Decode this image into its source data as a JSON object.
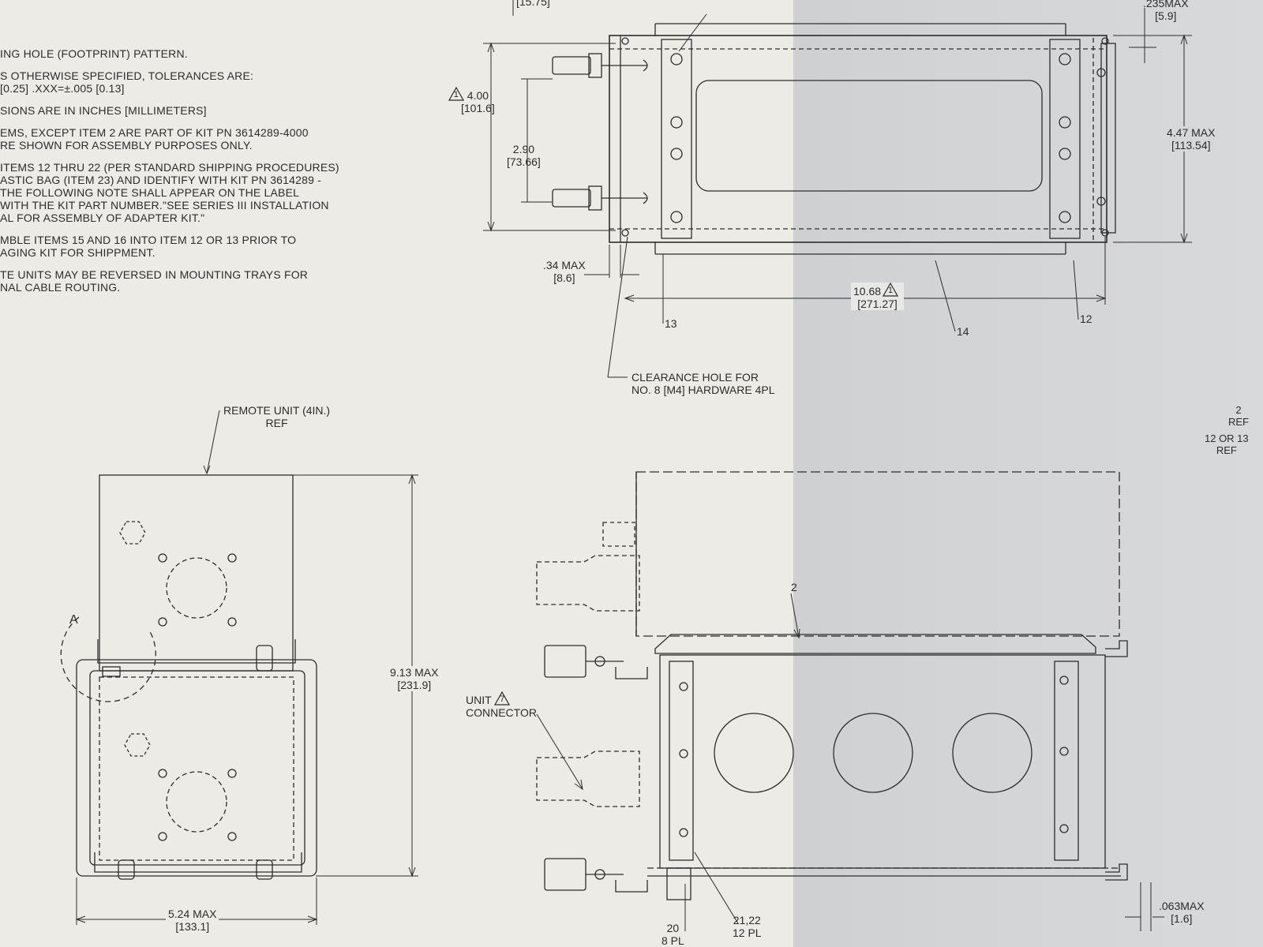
{
  "notes": [
    {
      "lines": [
        "ING HOLE (FOOTPRINT) PATTERN."
      ]
    },
    {
      "lines": [
        "S OTHERWISE SPECIFIED, TOLERANCES ARE:",
        "[0.25]  .XXX=±.005 [0.13]"
      ]
    },
    {
      "lines": [
        "SIONS ARE IN INCHES [MILLIMETERS]"
      ]
    },
    {
      "lines": [
        "EMS, EXCEPT ITEM 2  ARE PART OF KIT PN 3614289-4000",
        "RE SHOWN FOR ASSEMBLY PURPOSES ONLY."
      ]
    },
    {
      "lines": [
        "ITEMS 12 THRU 22 (PER STANDARD SHIPPING PROCEDURES)",
        "ASTIC BAG (ITEM 23) AND IDENTIFY WITH KIT PN 3614289 -",
        "THE FOLLOWING NOTE SHALL APPEAR ON THE LABEL",
        "WITH THE KIT PART NUMBER.\"SEE SERIES III INSTALLATION",
        "AL FOR ASSEMBLY OF ADAPTER KIT.\""
      ]
    },
    {
      "lines": [
        "MBLE ITEMS 15 AND 16 INTO ITEM 12 OR 13 PRIOR TO",
        "AGING KIT FOR SHIPPMENT."
      ]
    },
    {
      "lines": [
        "TE UNITS MAY BE REVERSED IN MOUNTING TRAYS FOR",
        "NAL CABLE ROUTING."
      ]
    }
  ],
  "top_view": {
    "dim_top_partial": "[15.75]",
    "dim_height": "4.00",
    "dim_height_mm": "[101.6]",
    "dim_height_flag": "1",
    "dim_spacing": "2.90",
    "dim_spacing_mm": "[73.66]",
    "dim_offset": ".34 MAX",
    "dim_offset_mm": "[8.6]",
    "dim_length": "10.68",
    "dim_length_mm": "[271.27]",
    "dim_length_flag": "1",
    "dim_overall": "4.47 MAX",
    "dim_overall_mm": "[113.54]",
    "dim_flange": ".235MAX",
    "dim_flange_mm": "[5.9]",
    "item_13": "13",
    "item_14": "14",
    "item_12": "12",
    "clearance_line1": "CLEARANCE HOLE FOR",
    "clearance_line2": "NO. 8 [M4] HARDWARE 4PL"
  },
  "end_view": {
    "remote_unit": "REMOTE UNIT (4IN.)",
    "remote_ref": "REF",
    "detail_callout": "A",
    "dim_height": "9.13 MAX",
    "dim_height_mm": "[231.9]",
    "dim_width": "5.24 MAX",
    "dim_width_mm": "[133.1]"
  },
  "side_view": {
    "item_2": "2",
    "unit_label": "UNIT",
    "unit_flag": "7",
    "connector_label": "CONNECTOR",
    "item_20": "20",
    "item_20_qty": "8 PL",
    "item_21_22": "21,22",
    "item_21_22_qty": "12 PL",
    "dim_thickness": ".063MAX",
    "dim_thickness_mm": "[1.6]"
  },
  "right_margin": {
    "item_2": "2",
    "item_2_ref": "REF",
    "item_12_13": "12 OR 13",
    "item_12_13_ref": "REF"
  },
  "colors": {
    "ink": "#2c2c2c",
    "paper": "#ecebe6",
    "shadow": "#d3d4d6"
  }
}
